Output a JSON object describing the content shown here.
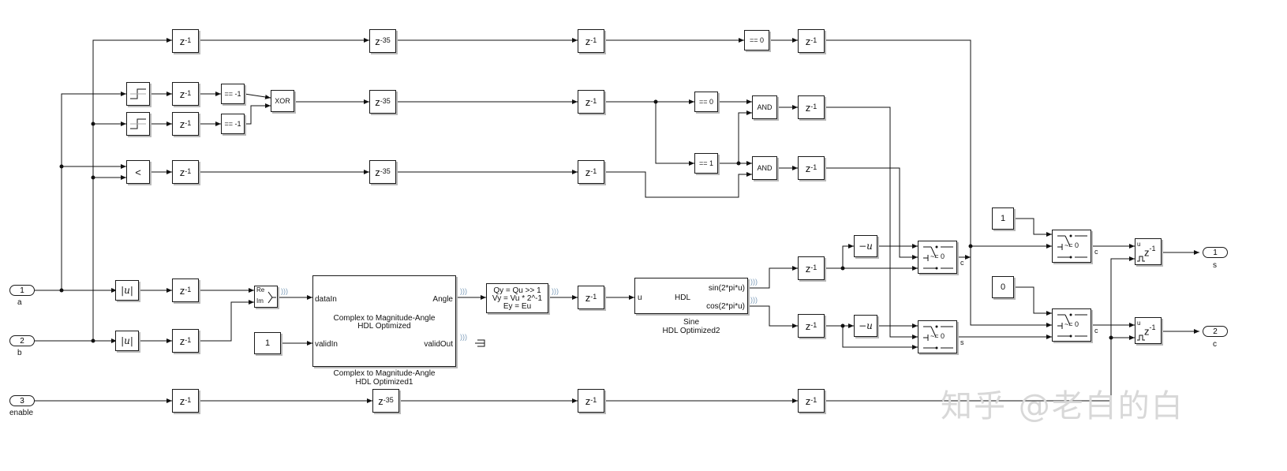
{
  "inports": [
    {
      "num": "1",
      "name": "a"
    },
    {
      "num": "2",
      "name": "b"
    },
    {
      "num": "3",
      "name": "enable"
    }
  ],
  "outports": [
    {
      "num": "1",
      "name": "s"
    },
    {
      "num": "2",
      "name": "c"
    }
  ],
  "delay": {
    "base": "z",
    "exp1": "-1",
    "exp35": "-35"
  },
  "ops": {
    "eq_m1": "== -1",
    "eq_0": "== 0",
    "eq_1": "== 1",
    "xor": "XOR",
    "and": "AND",
    "lt": "<",
    "abs": "|u|",
    "neg": "−u",
    "const1": "1",
    "const0": "0",
    "ne0": "~= 0"
  },
  "complex": {
    "re": "Re",
    "im": "Im"
  },
  "cordic": {
    "port_datain": "dataIn",
    "port_validin": "validIn",
    "port_angle": "Angle",
    "port_validout": "validOut",
    "inner_line1": "Complex to Magnitude-Angle",
    "inner_line2": "HDL Optimized",
    "caption_line1": "Complex to Magnitude-Angle",
    "caption_line2": "HDL Optimized1"
  },
  "quant": {
    "line1": "Qy = Qu >> 1",
    "line2": "Vy = Vu * 2^-1",
    "line3": "Ey = Eu"
  },
  "sine": {
    "port_u": "u",
    "center": "HDL",
    "port_sin": "sin(2*pi*u)",
    "port_cos": "cos(2*pi*u)",
    "caption_line1": "Sine",
    "caption_line2": "HDL Optimized2"
  },
  "switch_labels": {
    "c": "c",
    "s": "s",
    "u": "u"
  },
  "watermark": "知乎 @老白的白"
}
